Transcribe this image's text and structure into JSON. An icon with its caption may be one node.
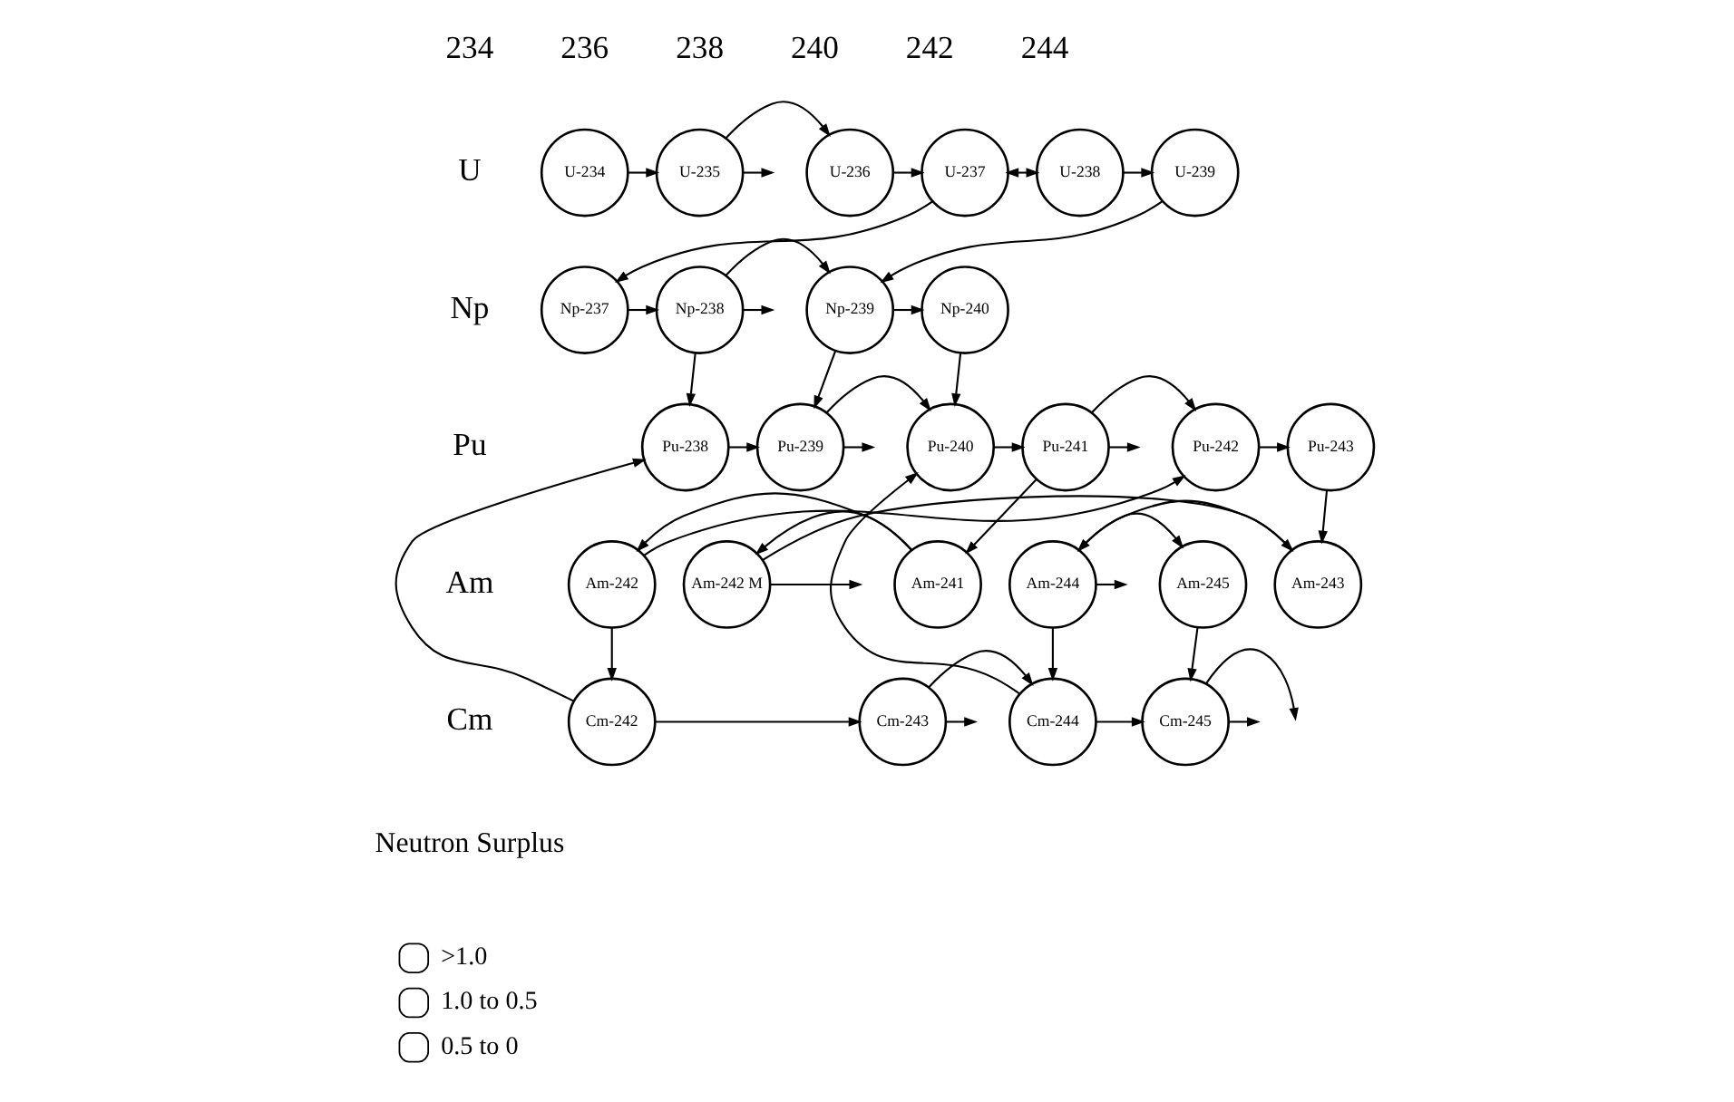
{
  "diagram": {
    "nodes": [
      {
        "text": [
          "U-234"
        ]
      },
      {
        "text": [
          "U-235"
        ]
      },
      {
        "text": [
          "U-236"
        ]
      },
      {
        "text": [
          "U-237"
        ]
      },
      {
        "text": [
          "U-238"
        ]
      },
      {
        "text": [
          "U-239"
        ]
      },
      {
        "text": [
          "Np-237"
        ]
      },
      {
        "text": [
          "Np-238"
        ]
      },
      {
        "text": [
          "Np-239"
        ]
      },
      {
        "text": [
          "Np-240"
        ]
      },
      {
        "text": [
          "Pu-238"
        ]
      },
      {
        "text": [
          "Pu-239"
        ]
      },
      {
        "text": [
          "Pu-240"
        ]
      },
      {
        "text": [
          "Pu-241"
        ]
      },
      {
        "text": [
          "Pu-242"
        ]
      },
      {
        "text": [
          "Pu-243"
        ]
      },
      {
        "text": [
          "Am-241"
        ]
      },
      {
        "text": [
          "Am-242 M"
        ]
      },
      {
        "text": [
          "Am-242"
        ]
      },
      {
        "text": [
          "Am-243"
        ]
      },
      {
        "text": [
          "Am-244"
        ]
      },
      {
        "text": [
          "Am-245"
        ]
      },
      {
        "text": [
          "Cm-242"
        ]
      },
      {
        "text": [
          "Cm-243"
        ]
      },
      {
        "text": [
          "Cm-244"
        ]
      },
      {
        "text": [
          "Cm-245"
        ]
      }
    ],
    "edges": [
      {
        "from": 0,
        "to": 1,
        "arrow": "to"
      },
      {
        "from": 1,
        "to": 2,
        "arrow": "to"
      },
      {
        "from": 2,
        "to": 3,
        "arrow": "to"
      },
      {
        "from": 3,
        "to": 4,
        "arrow": "both"
      },
      {
        "from": 4,
        "to": 5,
        "arrow": "to"
      },
      {
        "from": 3,
        "to": 6,
        "arrow": "to"
      },
      {
        "from": 5,
        "to": 8,
        "arrow": "to"
      },
      {
        "from": 6,
        "to": 7,
        "arrow": "to"
      },
      {
        "from": 7,
        "to": 8,
        "arrow": "to"
      },
      {
        "from": 8,
        "to": 9,
        "arrow": "to"
      },
      {
        "from": 7,
        "to": 10,
        "arrow": "to"
      },
      {
        "from": 8,
        "to": 11,
        "arrow": "to"
      },
      {
        "from": 9,
        "to": 12,
        "arrow": "to"
      },
      {
        "from": 10,
        "to": 11,
        "arrow": "to"
      },
      {
        "from": 11,
        "to": 12,
        "arrow": "to"
      },
      {
        "from": 12,
        "to": 13,
        "arrow": "to"
      },
      {
        "from": 13,
        "to": 14,
        "arrow": "to"
      },
      {
        "from": 14,
        "to": 15,
        "arrow": "to"
      },
      {
        "from": 13,
        "to": 16,
        "arrow": "to"
      },
      {
        "from": 15,
        "to": 19,
        "arrow": "to"
      },
      {
        "from": 16,
        "to": 17,
        "arrow": "to"
      },
      {
        "from": 16,
        "to": 18,
        "arrow": "to"
      },
      {
        "from": 18,
        "to": 14,
        "arrow": "to"
      },
      {
        "from": 17,
        "to": 19,
        "arrow": "to"
      },
      {
        "from": 19,
        "to": 20,
        "arrow": "to"
      },
      {
        "from": 20,
        "to": 21,
        "arrow": "to"
      },
      {
        "from": 18,
        "to": 22,
        "arrow": "to"
      },
      {
        "from": 20,
        "to": 24,
        "arrow": "to"
      },
      {
        "from": 21,
        "to": 25,
        "arrow": "to"
      },
      {
        "from": 22,
        "to": 10,
        "arrow": "to"
      },
      {
        "from": 24,
        "to": 12,
        "arrow": "to"
      },
      {
        "from": 22,
        "to": 23,
        "arrow": "to"
      },
      {
        "from": 23,
        "to": 24,
        "arrow": "to"
      },
      {
        "from": 24,
        "to": 25,
        "arrow": "to"
      },
      {
        "from": 25,
        "to": null,
        "arrow": "to"
      },
      {
        "from": 1,
        "to": null,
        "arrow": "to"
      },
      {
        "from": 7,
        "to": null,
        "arrow": "to"
      },
      {
        "from": 11,
        "to": null,
        "arrow": "to"
      },
      {
        "from": 13,
        "to": null,
        "arrow": "to"
      },
      {
        "from": 17,
        "to": null,
        "arrow": "to"
      },
      {
        "from": 20,
        "to": null,
        "arrow": "to"
      },
      {
        "from": 23,
        "to": null,
        "arrow": "to"
      },
      {
        "from": 25,
        "to": null,
        "arrow": "to"
      }
    ],
    "labels": [
      "234",
      "236",
      "238",
      "240",
      "242",
      "244",
      "U",
      "Np",
      "Pu",
      "Am",
      "Cm",
      "Neutron Surplus"
    ],
    "legend": [
      {
        "text": ">1.0"
      },
      {
        "text": "1.0 to 0.5"
      },
      {
        "text": "0.5 to 0"
      }
    ]
  }
}
